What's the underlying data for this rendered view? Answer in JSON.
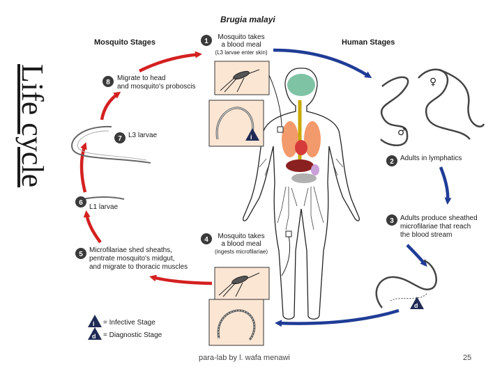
{
  "side_title": "Life cycle",
  "diagram": {
    "title": "Brugia malayi",
    "mosquito_header": "Mosquito Stages",
    "human_header": "Human Stages",
    "steps": [
      {
        "num": "1",
        "lines": [
          "Mosquito takes",
          "a blood meal"
        ],
        "sub": "(L3 larvae enter skin)"
      },
      {
        "num": "2",
        "lines": [
          "Adults in lymphatics"
        ]
      },
      {
        "num": "3",
        "lines": [
          "Adults produce sheathed",
          "microfilariae that reach",
          "the blood stream"
        ]
      },
      {
        "num": "4",
        "lines": [
          "Mosquito takes",
          "a blood meal"
        ],
        "sub": "(ingests microfilariae)"
      },
      {
        "num": "5",
        "lines": [
          "Microfilariae shed sheaths,",
          "pentrate mosquito's midgut,",
          "and migrate to thoracic muscles"
        ]
      },
      {
        "num": "6",
        "lines": [
          "L1 larvae"
        ]
      },
      {
        "num": "7",
        "lines": [
          "L3 larvae"
        ]
      },
      {
        "num": "8",
        "lines": [
          "Migrate to head",
          "and mosquito's proboscis"
        ]
      }
    ],
    "legend": [
      {
        "badge": "i",
        "text": "= Infective Stage"
      },
      {
        "badge": "d",
        "text": "= Diagnostic Stage"
      }
    ],
    "symbols": {
      "female": "♀",
      "male": "♂"
    }
  },
  "colors": {
    "red_arrow": "#d42020",
    "blue_arrow": "#1f3c96",
    "step_badge": "#3a3a3a"
  },
  "footer": "para-lab  by l. wafa menawi",
  "page_number": "25"
}
